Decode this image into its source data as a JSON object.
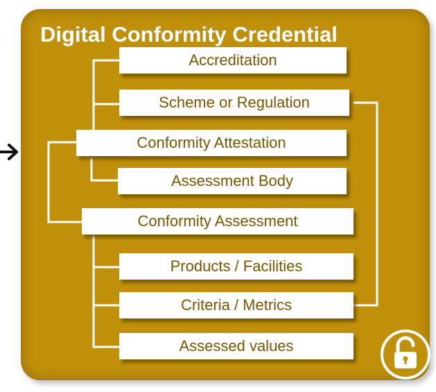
{
  "diagram": {
    "title": "Digital Conformity Credential",
    "boxes": {
      "accreditation": "Accreditation",
      "scheme": "Scheme or Regulation",
      "attestation": "Conformity Attestation",
      "assessment_body": "Assessment Body",
      "assessment": "Conformity Assessment",
      "products": "Products / Facilities",
      "criteria": "Criteria / Metrics",
      "assessed_values": "Assessed values"
    },
    "icons": {
      "arrow": "arrow-right-icon",
      "lock": "unlocked-padlock-icon"
    },
    "colors": {
      "panel": "#C0900A",
      "box_text": "#7a5600",
      "lines": "#ffffff",
      "lock_body": "#ffffff"
    }
  }
}
